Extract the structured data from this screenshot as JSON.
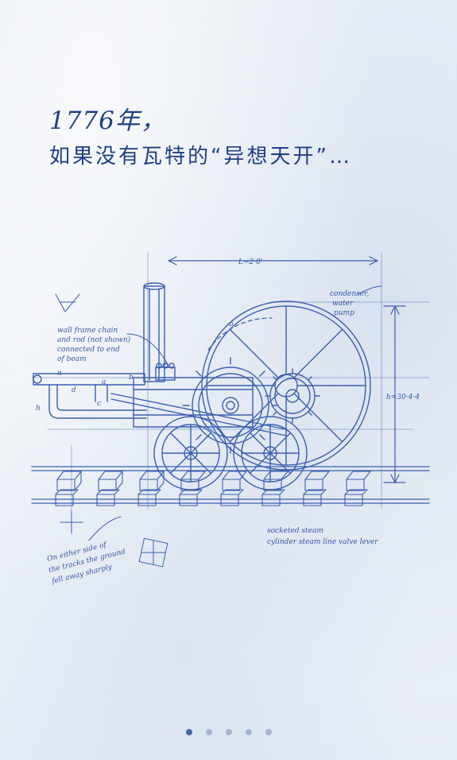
{
  "title": {
    "year": "1776年，",
    "line": "如果没有瓦特的“异想天开”…"
  },
  "annotations": {
    "top_dimension": "L=2·0'",
    "condenser": [
      "condenser,",
      "water",
      "pump"
    ],
    "height_dimension": "h=30·4·4",
    "left_note": [
      "wall frame chain",
      "and rod (not shown)",
      "connected to end",
      "of beam"
    ],
    "bottom_left_note": [
      "On either side of",
      "the tracks the ground",
      "fell away sharply"
    ],
    "bottom_right_note": [
      "socketed steam",
      "cylinder  steam line  valve lever"
    ],
    "label_n": "n",
    "label_a": "a",
    "label_b": "b",
    "label_d": "d",
    "label_c": "c",
    "label_h": "h",
    "label_o": "o"
  },
  "pager": {
    "count": 5,
    "active": 0
  },
  "colors": {
    "ink": "#1f3f86",
    "sketch": "#3a5fae",
    "dot_active": "#4a67a8",
    "dot_inactive": "#a7b6cf"
  }
}
